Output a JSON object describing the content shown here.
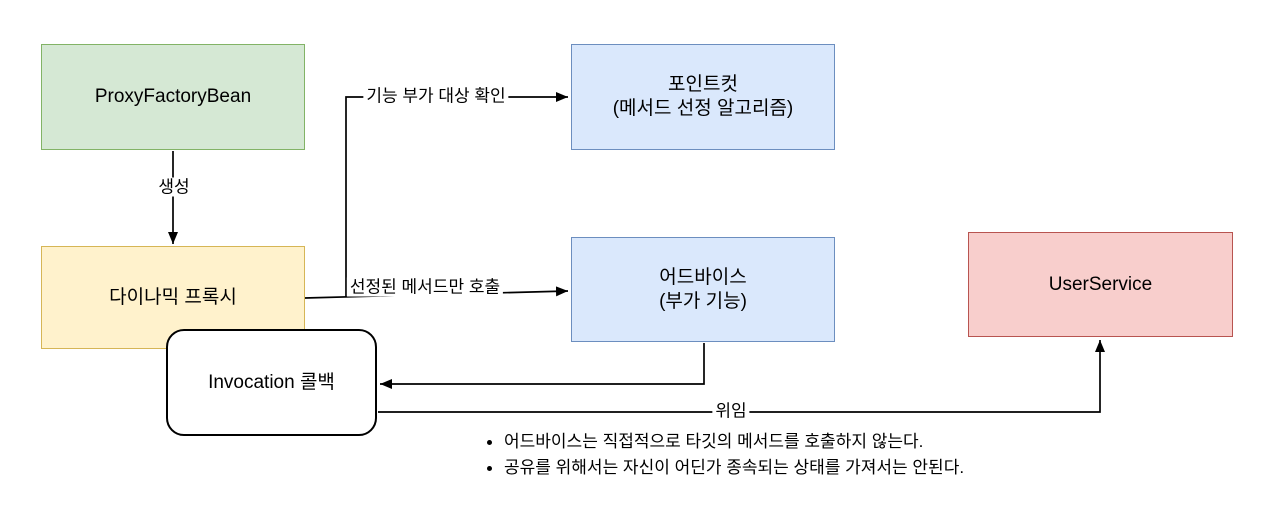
{
  "diagram": {
    "nodes": {
      "proxy_factory_bean": {
        "label": "ProxyFactoryBean",
        "fill": "#d5e8d4",
        "border": "#82b366"
      },
      "pointcut": {
        "line1": "포인트컷",
        "line2": "(메서드 선정 알고리즘)",
        "fill": "#dae8fc",
        "border": "#6c8ebf"
      },
      "dynamic_proxy": {
        "label": "다이나믹 프록시",
        "fill": "#fff2cc",
        "border": "#d6b656"
      },
      "advice": {
        "line1": "어드바이스",
        "line2": "(부가 기능)",
        "fill": "#dae8fc",
        "border": "#6c8ebf"
      },
      "user_service": {
        "label": "UserService",
        "fill": "#f8cecc",
        "border": "#b85450"
      },
      "invocation_callback": {
        "label": "Invocation 콜백",
        "fill": "#ffffff",
        "border": "#000000"
      }
    },
    "edges": {
      "create": {
        "label": "생성"
      },
      "check_target": {
        "label": "기능 부가 대상 확인"
      },
      "call_selected": {
        "label": "선정된 메서드만 호출"
      },
      "delegate": {
        "label": "위임"
      }
    },
    "notes": [
      "어드바이스는 직접적으로 타깃의 메서드를 호출하지 않는다.",
      "공유를 위해서는 자신이 어딘가 종속되는 상태를 가져서는 안된다."
    ],
    "edge_color": "#000000",
    "background": "#ffffff"
  }
}
